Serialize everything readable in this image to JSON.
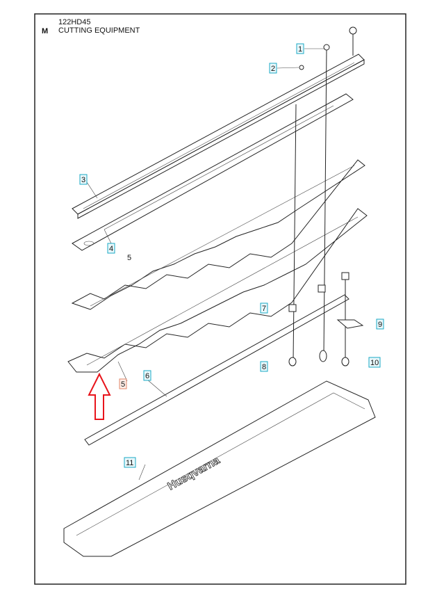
{
  "header": {
    "letter": "M",
    "model": "122HD45",
    "section": "CUTTING EQUIPMENT"
  },
  "callouts": [
    "1",
    "2",
    "3",
    "4",
    "5",
    "5",
    "6",
    "7",
    "8",
    "9",
    "10",
    "11"
  ],
  "brand_logo_text": "Husqvarna",
  "colors": {
    "callout_border": "#19a9c4",
    "highlight_border": "#e2876a",
    "arrow": "#e8141b"
  }
}
